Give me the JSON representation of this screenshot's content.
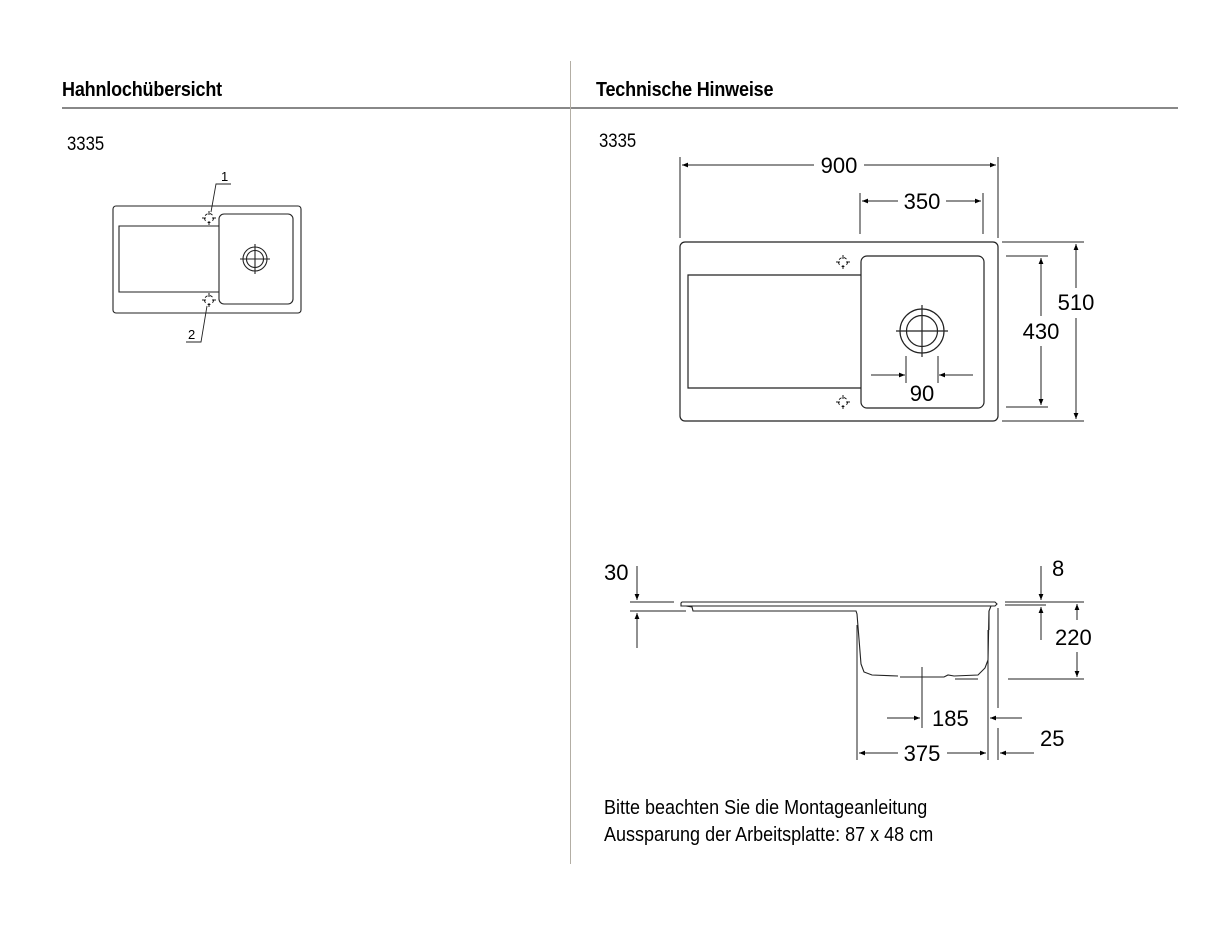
{
  "left_panel": {
    "title": "Hahnlochübersicht",
    "model_number": "3335",
    "tap_hole_labels": [
      "1",
      "2"
    ]
  },
  "right_panel": {
    "title": "Technische Hinweise",
    "model_number": "3335",
    "top_view_dimensions": {
      "overall_width": "900",
      "bowl_width": "350",
      "overall_depth": "510",
      "bowl_depth": "430",
      "drain_diameter": "90"
    },
    "section_view_dimensions": {
      "rim_thickness": "30",
      "edge_height": "8",
      "bowl_depth": "220",
      "drain_offset": "185",
      "edge_offset": "25",
      "bowl_width": "375"
    },
    "notes": [
      "Bitte beachten Sie die Montageanleitung",
      "Aussparung der Arbeitsplatte: 87 x 48 cm"
    ]
  }
}
